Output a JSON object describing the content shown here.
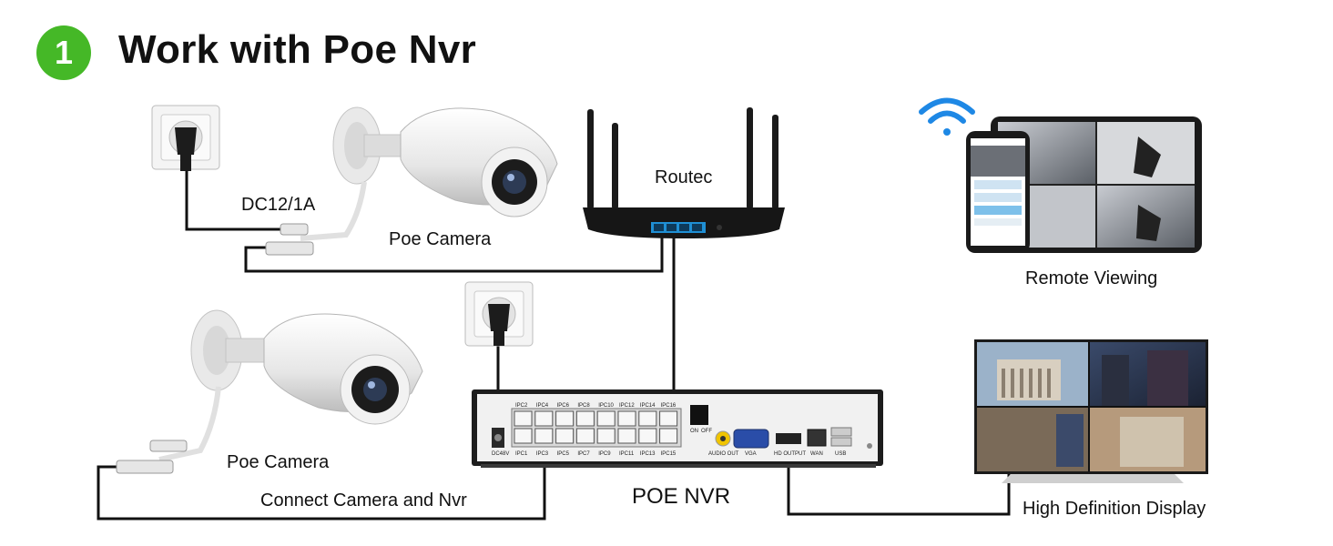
{
  "header": {
    "step_number": "1",
    "title": "Work with Poe Nvr"
  },
  "labels": {
    "router": "Routec",
    "power_spec": "DC12/1A",
    "camera_top": "Poe Camera",
    "camera_bottom": "Poe Camera",
    "remote_viewing": "Remote Viewing",
    "connect_camera_nvr": "Connect Camera and Nvr",
    "poe_nvr": "POE NVR",
    "hd_display": "High Definition Display"
  },
  "nvr_ports": {
    "top_row": [
      "IPC2",
      "IPC4",
      "IPC6",
      "IPC8",
      "IPC10",
      "IPC12",
      "IPC14",
      "IPC16"
    ],
    "bottom_row": [
      "IPC1",
      "IPC3",
      "IPC5",
      "IPC7",
      "IPC9",
      "IPC11",
      "IPC13",
      "IPC15"
    ],
    "power": "DC48V",
    "switch_on": "ON",
    "switch_off": "OFF",
    "audio_out": "AUDIO OUT",
    "vga": "VGA",
    "hdmi": "HD OUTPUT",
    "wan": "WAN",
    "usb": "USB"
  },
  "colors": {
    "badge": "#45b827",
    "wifi": "#1e88e5",
    "cable": "#111111"
  }
}
